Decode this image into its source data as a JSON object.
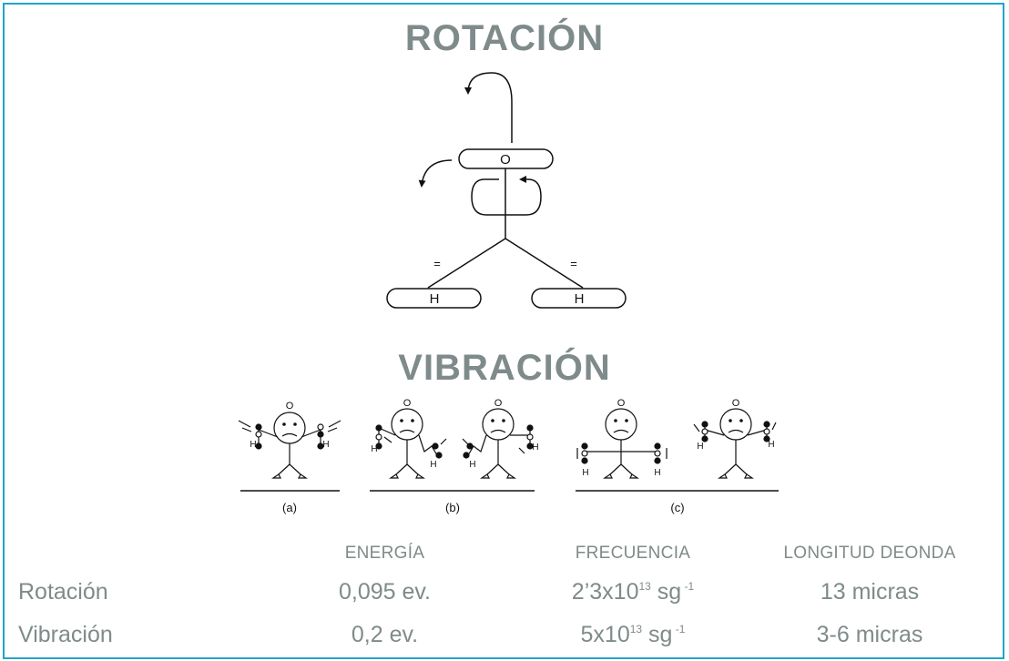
{
  "headings": {
    "rotation": "ROTACIÓN",
    "vibration": "VIBRACIÓN"
  },
  "molecule": {
    "oxygen": "O",
    "hydrogen_left": "H",
    "hydrogen_right": "H",
    "bond_mark": "="
  },
  "figures": {
    "atom_o": "O",
    "atom_h": "H",
    "captions": [
      "(a)",
      "(b)",
      "(c)"
    ]
  },
  "table": {
    "columns": [
      "ENERGÍA",
      "FRECUENCIA",
      "LONGITUD DEONDA"
    ],
    "rows": [
      {
        "label": "Rotación",
        "energy": "0,095 ev.",
        "frequency_base": "2’3x10",
        "frequency_exp": "13",
        "frequency_unit": " sg",
        "frequency_unit_exp": " -1",
        "wavelength": "13 micras"
      },
      {
        "label": "Vibración",
        "energy": "0,2 ev.",
        "frequency_base": "5x10",
        "frequency_exp": "13",
        "frequency_unit": " sg",
        "frequency_unit_exp": " -1",
        "wavelength": "3-6 micras"
      }
    ]
  }
}
